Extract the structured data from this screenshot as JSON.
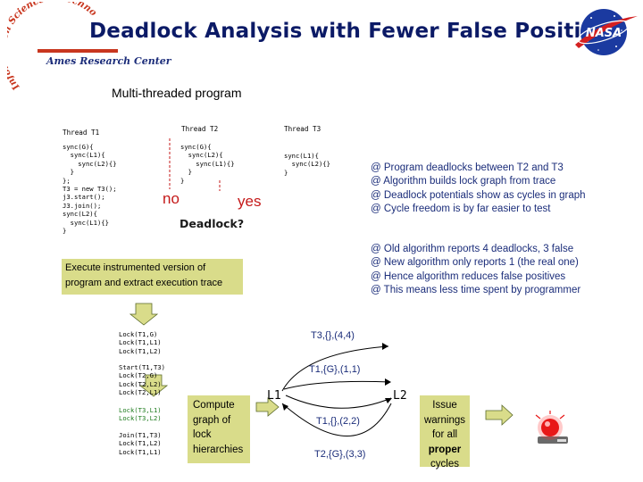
{
  "header": {
    "title": "Deadlock Analysis with Fewer False Positives",
    "org_arc_text": "Information Science & Technology",
    "org_center": "Ames Research Center",
    "nasa_logo": "NASA"
  },
  "subtitle": "Multi-threaded program",
  "threads": [
    {
      "label": "Thread T1",
      "code": "sync(G){\n  sync(L1){\n    sync(L2){}\n  }\n};\nT3 = new T3();\nj3.start();\nJ3.join();\nsync(L2){\n  sync(L1){}\n}"
    },
    {
      "label": "Thread T2",
      "code": "sync(G){\n  sync(L2){\n    sync(L1){}\n  }\n}"
    },
    {
      "label": "Thread T3",
      "code": "sync(L1){\n  sync(L2){}\n}"
    }
  ],
  "answers": {
    "no": "no",
    "yes": "yes",
    "question": "Deadlock?"
  },
  "bullets_top": [
    "Program deadlocks  between T2 and T3",
    "Algorithm builds lock graph from trace",
    "Deadlock potentials show as cycles in graph",
    "Cycle freedom is by far easier to test"
  ],
  "bullets_bottom": [
    "Old algorithm reports 4 deadlocks, 3 false",
    "New algorithm only reports 1 (the real one)",
    "Hence algorithm reduces false positives",
    "This means less time spent by programmer"
  ],
  "execute_box": "Execute instrumented version of program and extract execution trace",
  "trace": {
    "group1": [
      "Lock(T1,G)",
      "Lock(T1,L1)",
      "Lock(T1,L2)"
    ],
    "group2": [
      "Start(T1,T3)",
      "Lock(T2,G)",
      "Lock(T2,L2)",
      "Lock(T2,L1)"
    ],
    "group3": [
      "Lock(T3,L1)",
      "Lock(T3,L2)"
    ],
    "group4": [
      "Join(T1,T3)",
      "Lock(T1,L2)",
      "Lock(T1,L1)"
    ]
  },
  "compute_box": [
    "Compute",
    "graph of",
    "lock",
    "hierarchies"
  ],
  "graph": {
    "node_left": "L1",
    "node_right": "L2",
    "edges": [
      "T3,{},(4,4)",
      "T1,{G},(1,1)",
      "T1,{},(2,2)",
      "T2,{G},(3,3)"
    ]
  },
  "issue_box": {
    "lines": [
      "Issue",
      "warnings",
      "for all"
    ],
    "bold": "proper",
    "last": "cycles"
  },
  "colors": {
    "title": "#0b1a66",
    "bullet": "#1b2d7a",
    "box": "#d9dc8a",
    "answer": "#c41818",
    "trace_green": "#1c7a1c"
  }
}
